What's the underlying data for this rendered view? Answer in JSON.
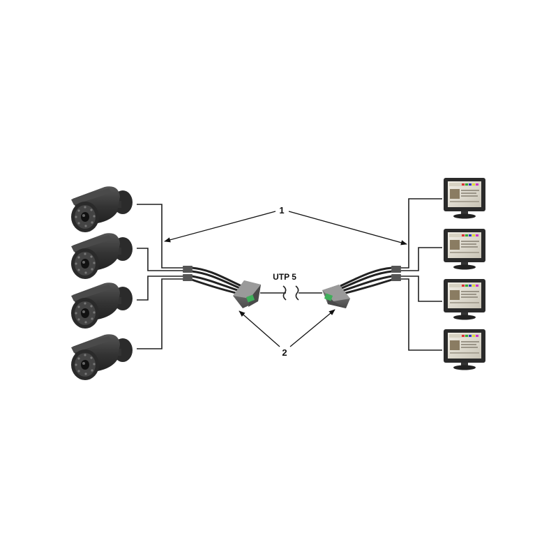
{
  "labels": {
    "callout_1": "1",
    "callout_2": "2",
    "cable": "UTP 5"
  },
  "colors": {
    "camera_body": "#3a3a3a",
    "camera_dark": "#222222",
    "cable": "#1f1f1f",
    "balun_body": "#6b6b6b",
    "balun_connector": "#3fae5a",
    "monitor_frame": "#2a2a2a"
  },
  "icons": {
    "camera": "bullet-camera-icon",
    "monitor": "lcd-monitor-icon",
    "balun": "video-balun-icon"
  },
  "camera_count": 4,
  "monitor_count": 4
}
